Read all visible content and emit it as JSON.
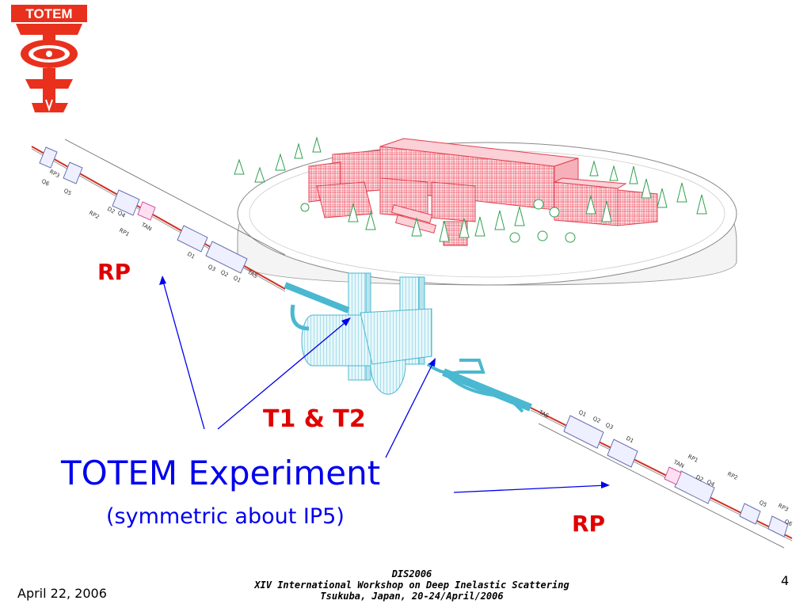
{
  "logo": {
    "text": "TOTEM"
  },
  "labels": {
    "rp_left": "RP",
    "rp_right": "RP",
    "t1t2": "T1 & T2",
    "title": "TOTEM Experiment",
    "subtitle": "(symmetric about IP5)"
  },
  "footer": {
    "date": "April 22, 2006",
    "conf_line1": "DIS2006",
    "conf_line2": "XIV International Workshop on Deep Inelastic Scattering",
    "conf_line3": "Tsukuba, Japan, 20-24/April/2006",
    "page": "4"
  },
  "beamline_tags": {
    "left": [
      "Q6",
      "Q5",
      "RP3",
      "RP2",
      "D2",
      "Q4",
      "RP1",
      "D1",
      "Q3",
      "Q2",
      "Q1",
      "TAS",
      "TAN"
    ],
    "right": [
      "TAS",
      "Q1",
      "Q2",
      "Q3",
      "D1",
      "TAN",
      "RP1",
      "D2",
      "Q4",
      "RP2",
      "Q5",
      "RP3",
      "Q6"
    ]
  },
  "colors": {
    "logo_red": "#e8301c",
    "label_red": "#e00000",
    "label_blue": "#0000ee",
    "building": "#f06070",
    "cavern": "#4ab8d0",
    "trees": "#30a050",
    "beam": "#d03020"
  }
}
